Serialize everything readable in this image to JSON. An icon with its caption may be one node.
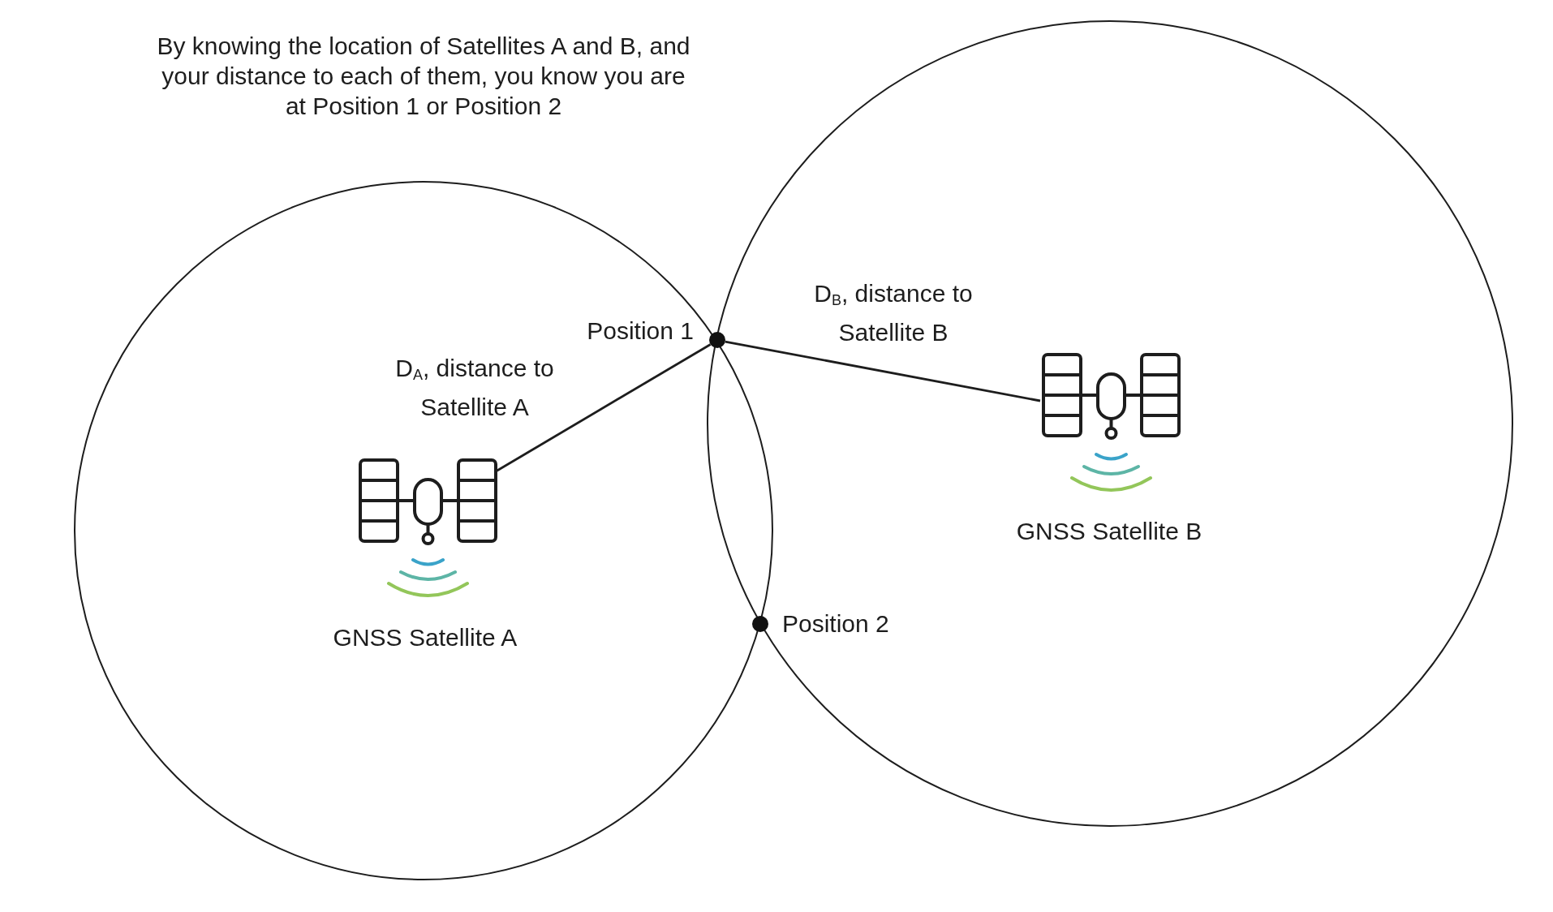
{
  "diagram": {
    "title": "By knowing the location of Satellites A and B, and your distance to each of them, you know you are at Position 1 or Position 2",
    "nodes": [
      {
        "text": [],
        "shape": "circle"
      },
      {
        "text": [],
        "shape": "circle"
      },
      {
        "text": [],
        "shape": "circle",
        "beside": [
          "Position 1"
        ]
      },
      {
        "text": [],
        "shape": "picture",
        "in": 0,
        "beside": [
          "GNSS Satellite A"
        ]
      },
      {
        "text": [],
        "shape": "picture",
        "in": 1,
        "beside": [
          "GNSS Satellite B"
        ]
      },
      {
        "text": [],
        "shape": "circle",
        "beside": [
          "Position 2"
        ]
      }
    ],
    "edges": [
      {
        "from": 2,
        "to": 3,
        "arrow": "none",
        "label": "D$_{A}$, distance to Satellite A"
      },
      {
        "from": 2,
        "to": 4,
        "arrow": "none",
        "label": "D$_{B}$, distance to Satellite B"
      }
    ]
  }
}
